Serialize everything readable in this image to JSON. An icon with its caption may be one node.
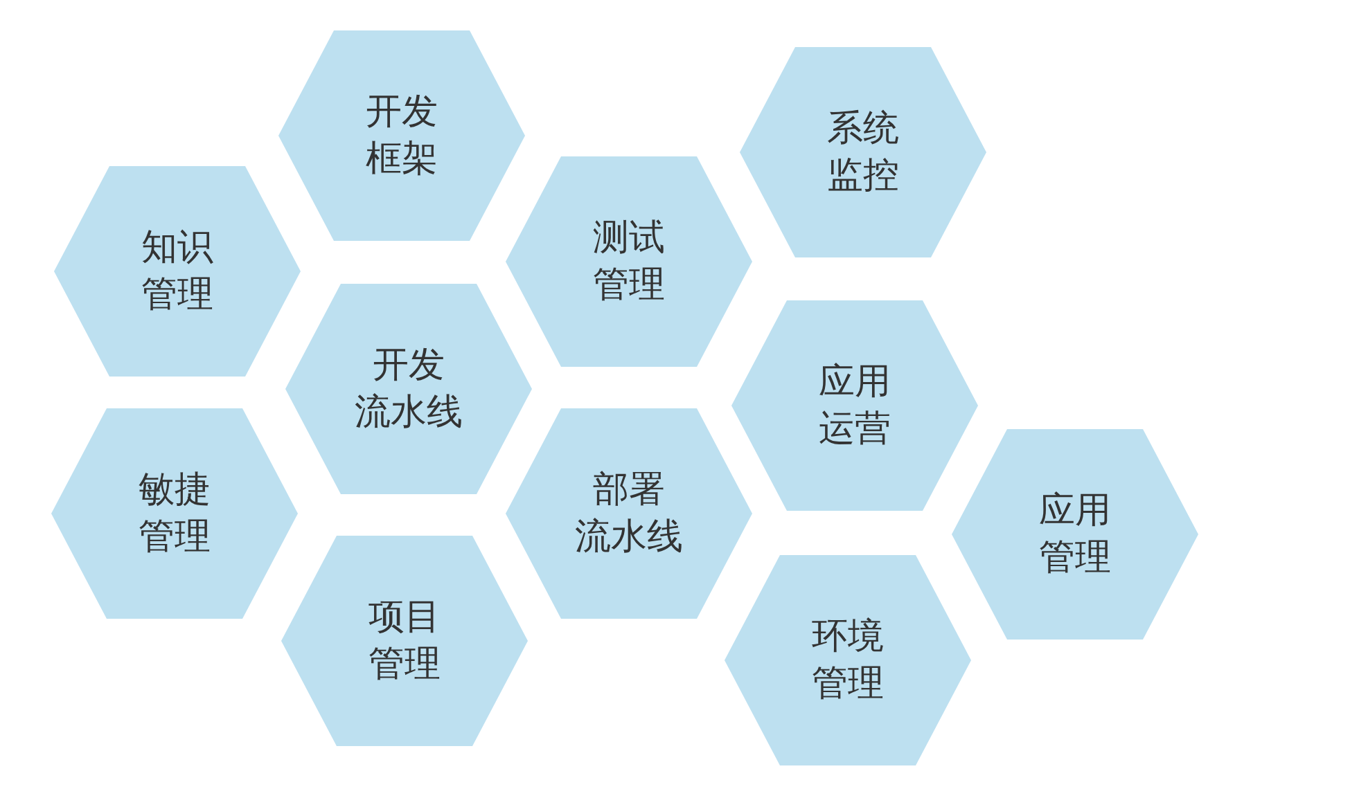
{
  "diagram": {
    "nodes": [
      {
        "text": [
          "开发框架"
        ]
      },
      {
        "text": [
          "系统监控"
        ]
      },
      {
        "text": [
          "知识管理"
        ]
      },
      {
        "text": [
          "测试管理"
        ]
      },
      {
        "text": [
          "开发流水线"
        ]
      },
      {
        "text": [
          "应用运营"
        ]
      },
      {
        "text": [
          "敏捷管理"
        ]
      },
      {
        "text": [
          "部署流水线"
        ]
      },
      {
        "text": [
          "应用管理"
        ]
      },
      {
        "text": [
          "项目管理"
        ]
      },
      {
        "text": [
          "环境管理"
        ]
      }
    ]
  }
}
